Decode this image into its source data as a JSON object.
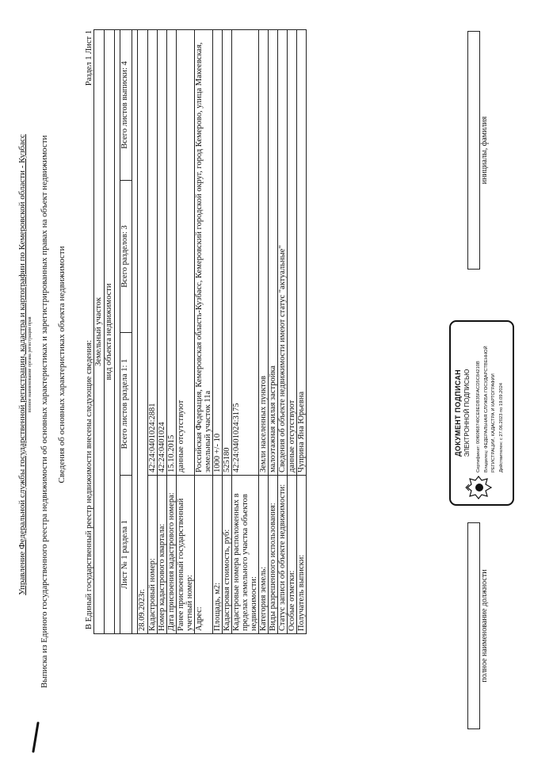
{
  "header": {
    "agency": "Управление Федеральной службы государственной регистрации, кадастра и картографии по Кемеровской области - Кузбасс",
    "agency_caption": "полное наименование органа регистрации прав",
    "doc_title": "Выписка из Единого государственного реестра недвижимости об основных характеристиках и зарегистрированных правах на объект недвижимости",
    "section_title": "Сведения об основных характеристиках объекта недвижимости",
    "intro": "В Единый государственный реестр недвижимости внесены следующие сведения:",
    "section_ref": "Раздел 1 Лист 1"
  },
  "object": {
    "kind": "Земельный участок",
    "kind_caption": "вид объекта недвижимости"
  },
  "sheet_row": {
    "sheet_no": "Лист № 1 раздела 1",
    "sheets_in_section": "Всего листов раздела 1: 1",
    "sections_total": "Всего разделов: 3",
    "sheets_total": "Всего листов выписки: 4"
  },
  "date": "28.09.2023г.",
  "rows": [
    {
      "label": "Кадастровый номер:",
      "value": "42:24:0401024:2881"
    },
    {
      "label": "Номер кадастрового квартала:",
      "value": "42:24:0401024"
    },
    {
      "label": "Дата присвоения кадастрового номера:",
      "value": "15.10.2015"
    },
    {
      "label": "Ранее присвоенный государственный учетный номер:",
      "value": "данные отсутствуют"
    },
    {
      "label": "Адрес:",
      "value": "Российская Федерация, Кемеровская область-Кузбасс, Кемеровский городской округ, город Кемерово, улица Макеевская, земельный участок 11а"
    },
    {
      "label": "Площадь, м2:",
      "value": "1000 +/- 10"
    },
    {
      "label": "Кадастровая стоимость, руб:",
      "value": "525180"
    },
    {
      "label": "Кадастровые номера расположенных в пределах земельного участка объектов недвижимости:",
      "value": "42:24:0401024:3175"
    },
    {
      "label": "Категория земель:",
      "value": "Земли населенных пунктов"
    },
    {
      "label": "Виды разрешенного использования:",
      "value": "малоэтажная жилая застройка"
    },
    {
      "label": "Статус записи об объекте недвижимости:",
      "value": "Сведения об объекте недвижимости имеют статус \"актуальные\""
    },
    {
      "label": "Особые отметки:",
      "value": "данные отсутствуют"
    },
    {
      "label": "Получатель выписки:",
      "value": "Чуприна Яна Юрьевна"
    }
  ],
  "signature": {
    "position_caption": "полное наименование должности",
    "name_caption": "инициалы, фамилия"
  },
  "stamp": {
    "line1": "ДОКУМЕНТ ПОДПИСАН",
    "line2": "ЭЛЕКТРОННОЙ ПОДПИСЬЮ",
    "cert": "Сертификат: 00f60f68740CE8EDB35FACD5C84210B",
    "owner1": "Владелец: ФЕДЕРАЛЬНАЯ СЛУЖБА ГОСУДАРСТВЕННОЙ",
    "owner2": "РЕГИСТРАЦИИ, КАДАСТРА И КАРТОГРАФИИ",
    "valid": "Действителен: с 27.06.2023 по 19.09.2024"
  }
}
